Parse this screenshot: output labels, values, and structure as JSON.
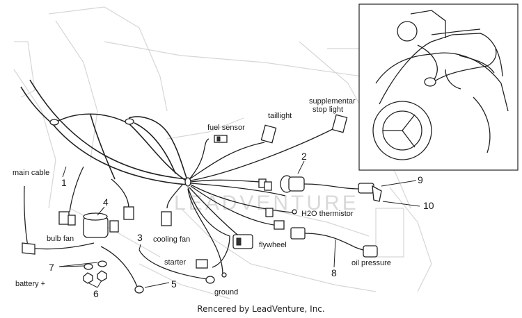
{
  "labels": {
    "main_cable": "main cable",
    "bulb_fan": "bulb fan",
    "battery_plus": "battery +",
    "cooling_fan": "cooling fan",
    "starter": "starter",
    "ground": "ground",
    "fuel_sensor": "fuel sensor",
    "taillight": "taillight",
    "supplementar_line1": "supplementar",
    "supplementar_line2": "stop light",
    "h2o_thermistor": "H2O thermistor",
    "flywheel": "flywheel",
    "oil_pressure": "oil pressure"
  },
  "callouts": {
    "n1": "1",
    "n2": "2",
    "n3": "3",
    "n4": "4",
    "n5": "5",
    "n6": "6",
    "n7": "7",
    "n8": "8",
    "n9": "9",
    "n10": "10"
  },
  "watermark": "LEADVENTURE",
  "footer": "Rencered by LeadVenture, Inc."
}
